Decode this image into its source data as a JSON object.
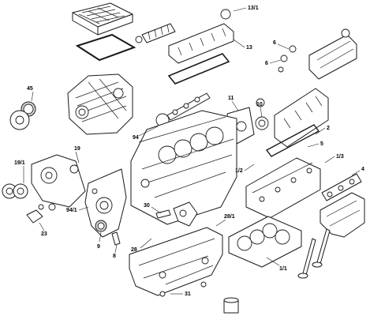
{
  "diagram": {
    "callouts": [
      {
        "id": "c-13-1",
        "text": "13/1"
      },
      {
        "id": "c-13",
        "text": "13"
      },
      {
        "id": "c-6a",
        "text": "6"
      },
      {
        "id": "c-6b",
        "text": "6"
      },
      {
        "id": "c-45",
        "text": "45"
      },
      {
        "id": "c-11",
        "text": "11"
      },
      {
        "id": "c-10",
        "text": "10"
      },
      {
        "id": "c-94",
        "text": "94"
      },
      {
        "id": "c-2",
        "text": "2"
      },
      {
        "id": "c-5",
        "text": "5"
      },
      {
        "id": "c-19",
        "text": "19"
      },
      {
        "id": "c-19-1",
        "text": "19/1"
      },
      {
        "id": "c-1-2",
        "text": "1/2"
      },
      {
        "id": "c-1-3",
        "text": "1/3"
      },
      {
        "id": "c-4",
        "text": "4"
      },
      {
        "id": "c-30",
        "text": "30"
      },
      {
        "id": "c-94-1",
        "text": "94/1"
      },
      {
        "id": "c-23",
        "text": "23"
      },
      {
        "id": "c-9",
        "text": "9"
      },
      {
        "id": "c-8",
        "text": "8"
      },
      {
        "id": "c-28-1",
        "text": "28/1"
      },
      {
        "id": "c-28",
        "text": "28"
      },
      {
        "id": "c-1-1",
        "text": "1/1"
      },
      {
        "id": "c-31",
        "text": "31"
      }
    ]
  }
}
